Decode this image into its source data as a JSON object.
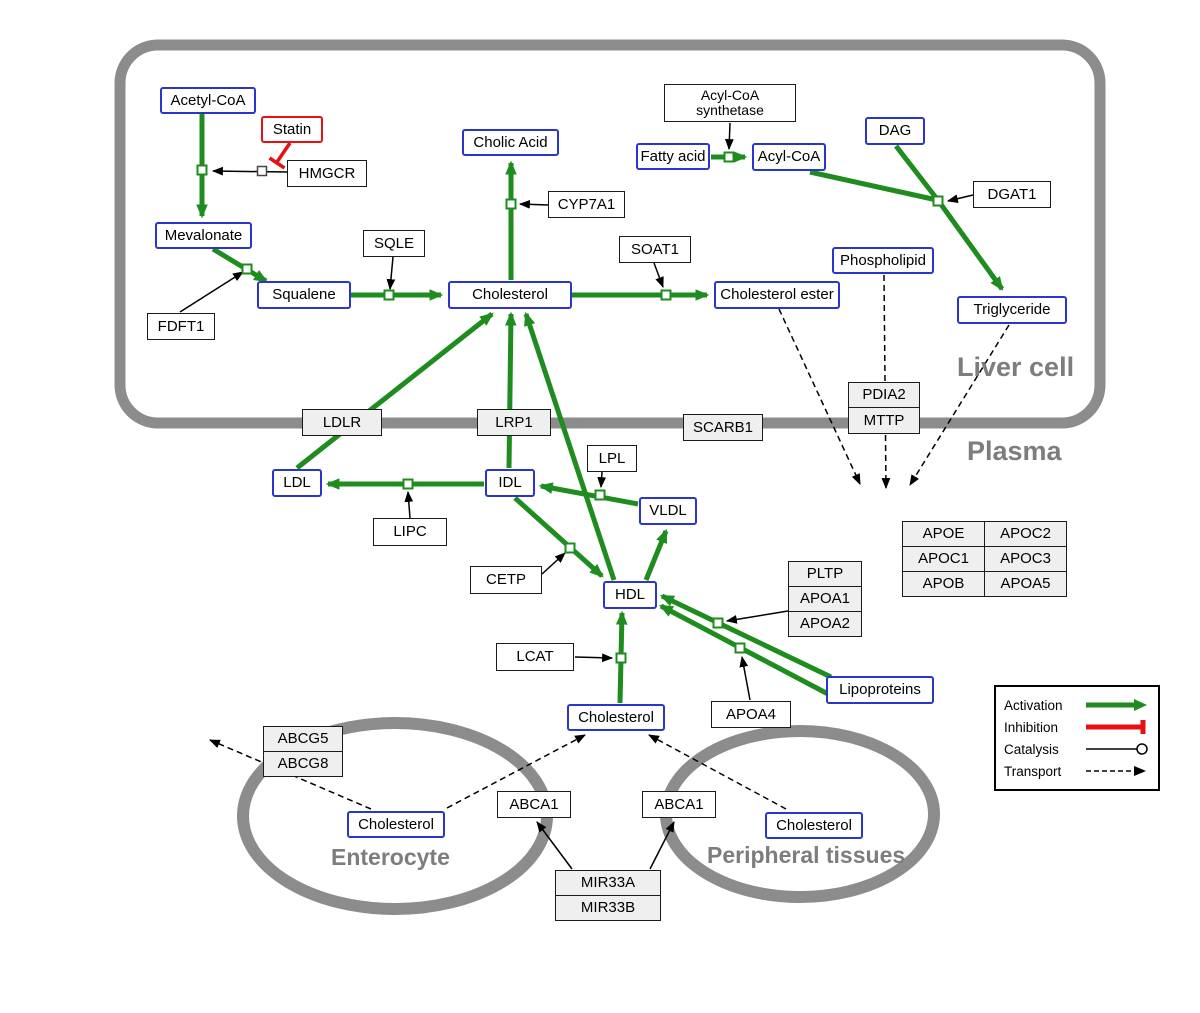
{
  "regions": {
    "liver": "Liver cell",
    "plasma": "Plasma",
    "enterocyte": "Enterocyte",
    "peripheral": "Peripheral tissues"
  },
  "nodes": {
    "acetyl_coa": "Acetyl-CoA",
    "statin": "Statin",
    "hmgcr": "HMGCR",
    "mevalonate": "Mevalonate",
    "fdft1": "FDFT1",
    "squalene": "Squalene",
    "sqle": "SQLE",
    "cholesterol_liver": "Cholesterol",
    "cholic_acid": "Cholic Acid",
    "cyp7a1": "CYP7A1",
    "soat1": "SOAT1",
    "cholesterol_ester": "Cholesterol ester",
    "fatty_acid": "Fatty acid",
    "acyl_coa_synthetase_line1": "Acyl-CoA",
    "acyl_coa_synthetase_line2": "synthetase",
    "acyl_coa": "Acyl-CoA",
    "dag": "DAG",
    "dgat1": "DGAT1",
    "phospholipid": "Phospholipid",
    "triglyceride": "Triglyceride",
    "ldlr": "LDLR",
    "lrp1": "LRP1",
    "scarb1": "SCARB1",
    "pdia2": "PDIA2",
    "mttp": "MTTP",
    "ldl": "LDL",
    "idl": "IDL",
    "lipc": "LIPC",
    "lpl": "LPL",
    "vldl": "VLDL",
    "cetp": "CETP",
    "hdl": "HDL",
    "lcat": "LCAT",
    "pltp": "PLTP",
    "apoa1": "APOA1",
    "apoa2": "APOA2",
    "apoa4": "APOA4",
    "lipoproteins": "Lipoproteins",
    "cholesterol_plasma": "Cholesterol",
    "abcg5": "ABCG5",
    "abcg8": "ABCG8",
    "cholesterol_enterocyte": "Cholesterol",
    "abca1_left": "ABCA1",
    "abca1_right": "ABCA1",
    "cholesterol_peripheral": "Cholesterol",
    "mir33a": "MIR33A",
    "mir33b": "MIR33B"
  },
  "apo_table": [
    [
      "APOE",
      "APOC2"
    ],
    [
      "APOC1",
      "APOC3"
    ],
    [
      "APOB",
      "APOA5"
    ]
  ],
  "legend": {
    "activation": "Activation",
    "inhibition": "Inhibition",
    "catalysis": "Catalysis",
    "transport": "Transport"
  },
  "colors": {
    "activation_green": "#1e8c1e",
    "inhibition_red": "#e81010",
    "metabolite_blue": "#2c35c9",
    "membrane_gray": "#8c8c8c",
    "label_gray": "#7d7d7d"
  }
}
